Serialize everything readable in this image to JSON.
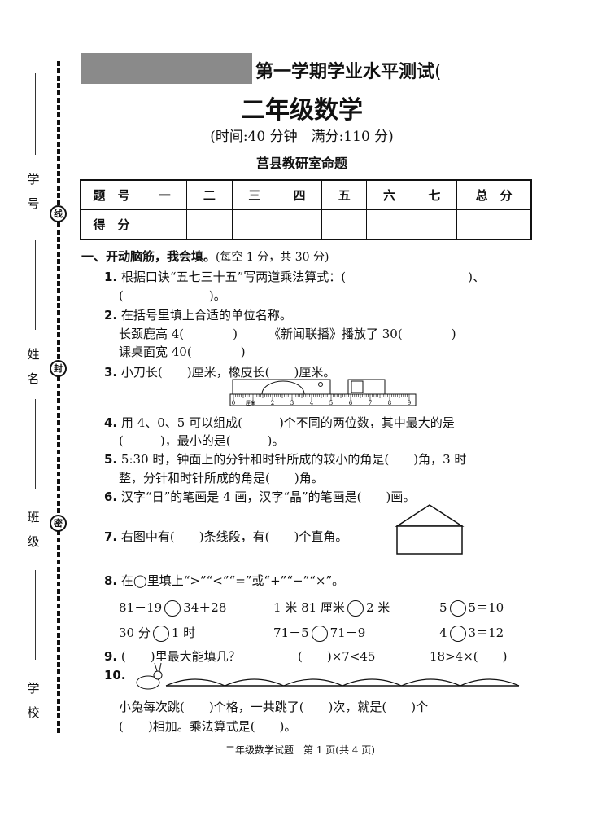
{
  "header": {
    "title_partial": "第一学期学业水平测试",
    "title_tail": "(",
    "subject": "二年级数学",
    "meta": "(时间:40 分钟　满分:110 分)",
    "author": "莒县教研室命题"
  },
  "margin": {
    "labels": [
      "学　号",
      "姓　名",
      "班　级",
      "学　校"
    ],
    "seal_chars": [
      "线",
      "封",
      "密"
    ]
  },
  "score_table": {
    "row1": [
      "题　号",
      "一",
      "二",
      "三",
      "四",
      "五",
      "六",
      "七",
      "总　分"
    ],
    "row2_label": "得　分"
  },
  "section1": {
    "heading": "一、开动脑筋，我会填。",
    "note": "(每空 1 分，共 30 分)"
  },
  "q1": {
    "num": "1.",
    "l1": "根据口诀“五七三十五”写两道乘法算式：(　　　　　　　　　　)、",
    "l2": "(　　　　　　　)。"
  },
  "q2": {
    "num": "2.",
    "l1": "在括号里填上合适的单位名称。",
    "l2a": "长颈鹿高 4(　　　　)",
    "l2b": "《新闻联播》播放了 30(　　　　)",
    "l3": "课桌面宽 40(　　　　)"
  },
  "q3": {
    "num": "3.",
    "text": "小刀长(　　)厘米，橡皮长(　　)厘米。",
    "ruler_ticks": [
      "0",
      "1",
      "2",
      "3",
      "4",
      "5",
      "6",
      "7",
      "8",
      "9"
    ],
    "ruler_unit": "厘米"
  },
  "q4": {
    "num": "4.",
    "l1": "用 4、0、5 可以组成(　　　)个不同的两位数，其中最大的是",
    "l2": "(　　　)，最小的是(　　　)。"
  },
  "q5": {
    "num": "5.",
    "l1": "5:30 时，钟面上的分针和时针所成的较小的角是(　　)角，3 时",
    "l2": "整，分针和时针所成的角是(　　)角。"
  },
  "q6": {
    "num": "6.",
    "text": "汉字“日”的笔画是 4 画，汉字“晶”的笔画是(　　)画。"
  },
  "q7": {
    "num": "7.",
    "text": "右图中有(　　)条线段，有(　　)个直角。"
  },
  "q8": {
    "num": "8.",
    "text": "在◯里填上“>”“<”“=”或“+”“−”“×”。",
    "items": [
      [
        "81－19",
        "34＋28"
      ],
      [
        "1 米 81 厘米",
        "2 米"
      ],
      [
        "5",
        "5＝10"
      ],
      [
        "30 分",
        "1 时"
      ],
      [
        "71－5",
        "71－9"
      ],
      [
        "4",
        "3＝12"
      ]
    ]
  },
  "q9": {
    "num": "9.",
    "a": "(　　)里最大能填几？",
    "b": "(　　)×7<45",
    "c": "18>4×(　　)"
  },
  "q10": {
    "num": "10.",
    "l1": "小兔每次跳(　　)个格，一共跳了(　　)次，就是(　　)个",
    "l2": "(　　)相加。乘法算式是(　　)。",
    "jumps": 6
  },
  "footer": "二年级数学试题　第 1 页(共 4 页)"
}
